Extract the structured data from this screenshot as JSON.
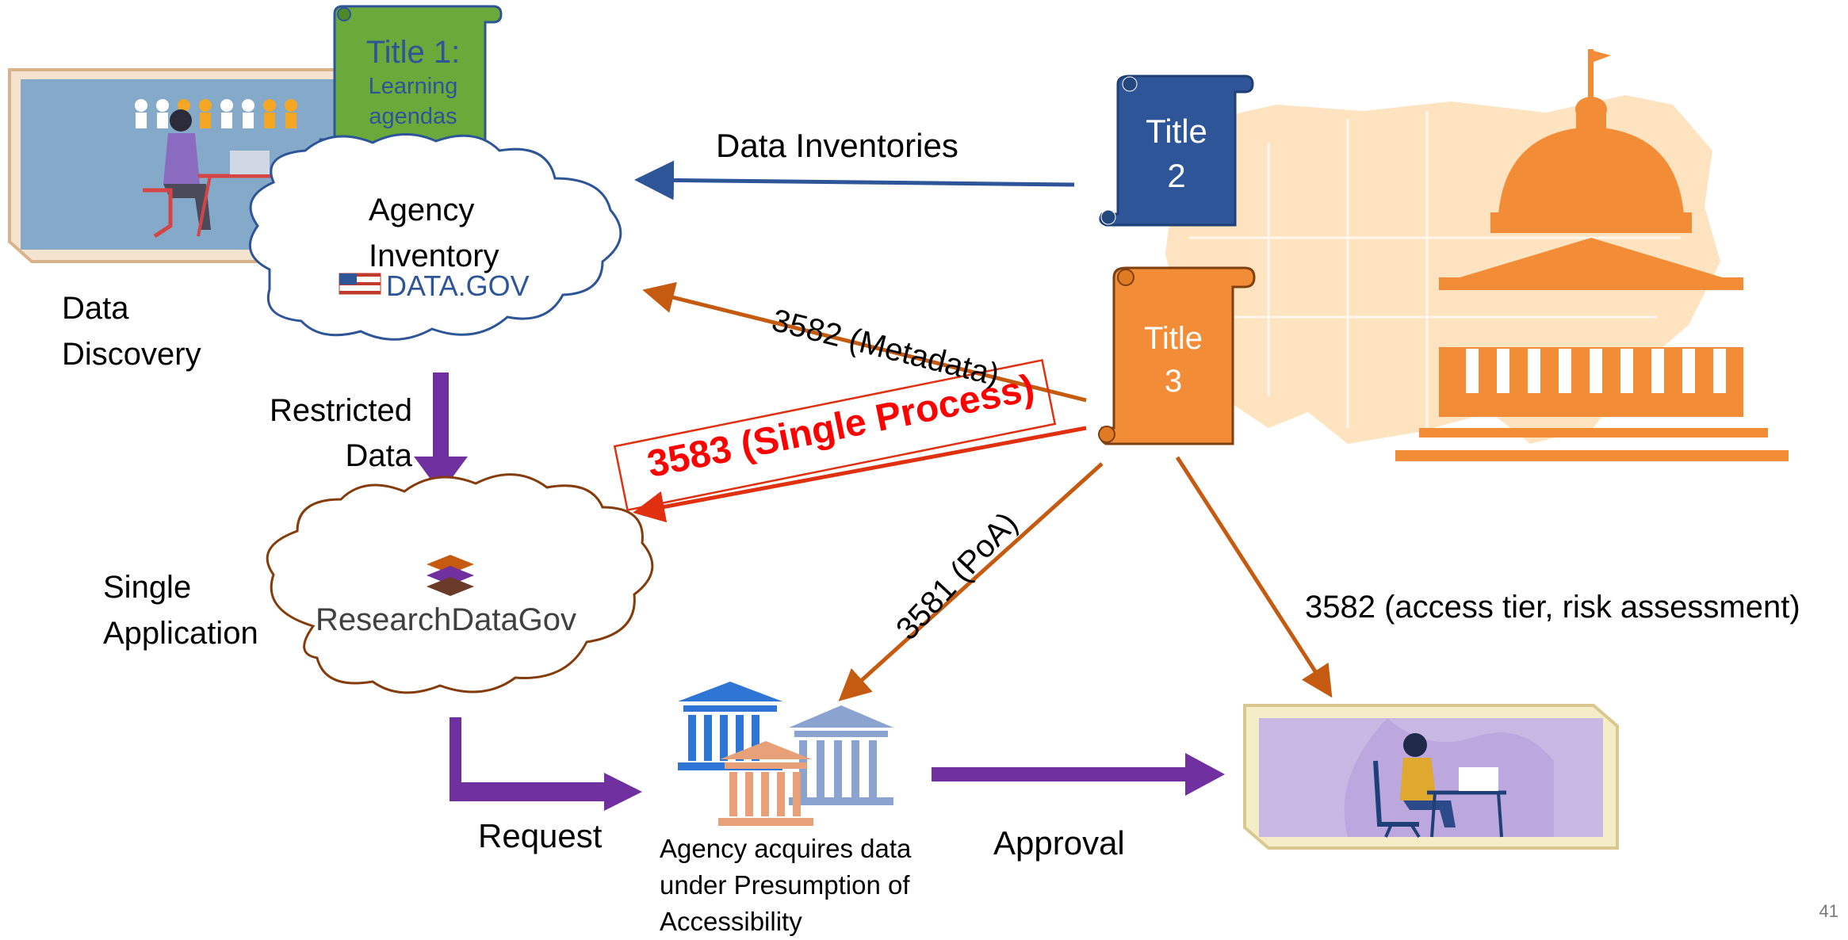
{
  "scrolls": {
    "title1": {
      "line1": "Title 1:",
      "line2": "Learning",
      "line3": "agendas",
      "fill": "#6aaa3b"
    },
    "title2": {
      "line1": "Title",
      "line2": "2",
      "fill": "#2e5597"
    },
    "title3": {
      "line1": "Title",
      "line2": "3",
      "fill": "#f28c36"
    }
  },
  "clouds": {
    "agency_inventory": {
      "label": "Agency Inventory",
      "logo_text": "DATA.GOV"
    },
    "research_data_gov": {
      "logo_text": "ResearchDataGov"
    }
  },
  "labels": {
    "data_discovery": "Data Discovery",
    "restricted_data": "Restricted Data",
    "single_application": "Single Application",
    "data_inventories": "Data Inventories",
    "metadata": "3582 (Metadata)",
    "single_process": "3583 (Single Process)",
    "poa": "3581 (PoA)",
    "access_tier": "3582 (access tier,  risk assessment)",
    "request": "Request",
    "approval": "Approval",
    "agency_acquires": "Agency acquires data under Presumption of Accessibility",
    "page_number": "41"
  },
  "colors": {
    "purple_arrow": "#7030a0",
    "orange_arrow": "#c55a11",
    "blue_arrow": "#2e5597",
    "red_text": "#ff0000",
    "map_fill": "#fde3c0",
    "capitol_fill": "#f28c36"
  }
}
